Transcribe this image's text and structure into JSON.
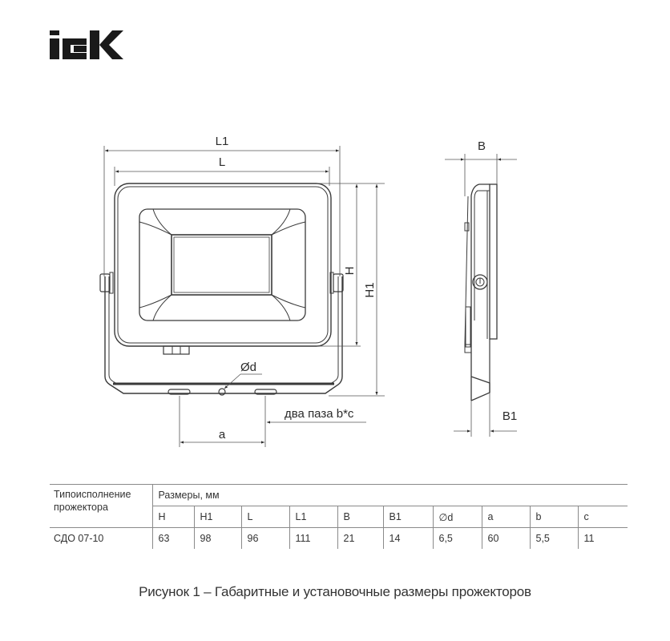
{
  "brand": {
    "logo_text": "IEK",
    "color": "#1a1a1a"
  },
  "front_view": {
    "dimensions": {
      "L1": "L1",
      "L": "L",
      "H": "H",
      "H1": "H1",
      "a": "a",
      "d": "Ød"
    },
    "slot_note": "два паза b*c"
  },
  "side_view": {
    "dimensions": {
      "B": "B",
      "B1": "B1"
    }
  },
  "table": {
    "type_header": "Типоисполнение прожектора",
    "type_header_line1": "Типоисполнение",
    "type_header_line2": "прожектора",
    "group_header": "Размеры, мм",
    "columns": [
      "H",
      "H1",
      "L",
      "L1",
      "B",
      "B1",
      "∅d",
      "a",
      "b",
      "c"
    ],
    "rows": [
      {
        "model": "СДО 07-10",
        "values": [
          "63",
          "98",
          "96",
          "111",
          "21",
          "14",
          "6,5",
          "60",
          "5,5",
          "11"
        ]
      }
    ]
  },
  "caption": "Рисунок 1 – Габаритные и установочные размеры прожекторов",
  "colors": {
    "line": "#3a3a3a",
    "dim_line": "#555555",
    "table_border": "#8a8a8a",
    "text": "#2b2b2b"
  }
}
